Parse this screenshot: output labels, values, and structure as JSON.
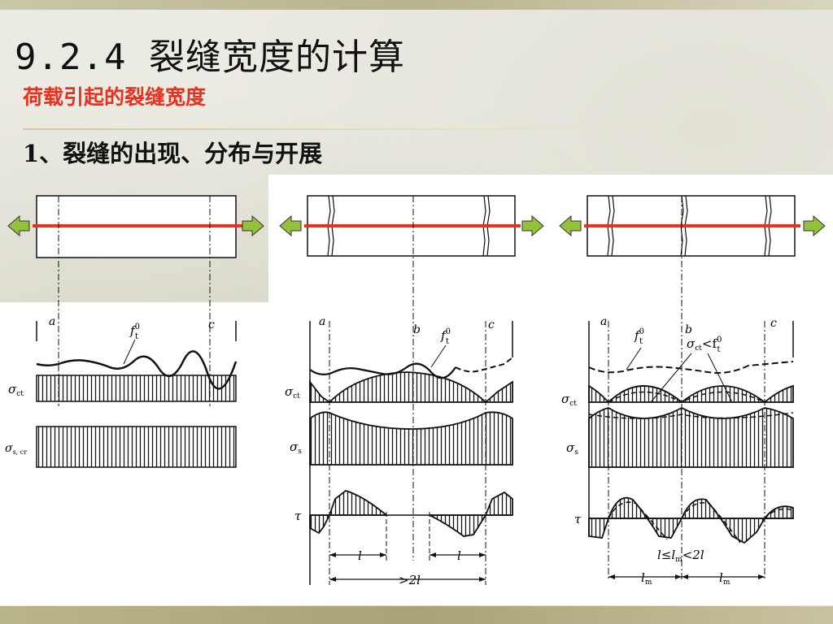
{
  "slide": {
    "title": "9.2.4 裂缝宽度的计算",
    "subtitle": "荷载引起的裂缝宽度",
    "heading": "1、裂缝的出现、分布与开展"
  },
  "colors": {
    "subtitle": "#e8321f",
    "load_line": "#e8321f",
    "arrow_fill": "#93c23a",
    "ink": "#111111"
  },
  "figure": {
    "panel1": {
      "label_a": "a",
      "label_c": "c",
      "label_ft": "f",
      "label_ft_sup": "0",
      "label_ft_sub": "t",
      "label_sigma_ct": "σ",
      "label_sigma_ct_sub": "ct",
      "label_sigma_scr": "σ",
      "label_sigma_scr_sub": "s, cr"
    },
    "panel2": {
      "label_a": "a",
      "label_b": "b",
      "label_c": "c",
      "label_ft": "f",
      "label_ft_sup": "0",
      "label_ft_sub": "t",
      "label_sigma_ct": "σ",
      "label_sigma_ct_sub": "ct",
      "label_sigma_s": "σ",
      "label_sigma_s_sub": "s",
      "label_tau": "τ",
      "dim_l1": "l",
      "dim_l2": "l",
      "dim_2l": ">2l"
    },
    "panel3": {
      "label_a": "a",
      "label_b": "b",
      "label_c": "c",
      "label_ft": "f",
      "label_ft_sup": "0",
      "label_ft_sub": "t",
      "label_cond": "σ",
      "label_cond_sub": "ct",
      "label_cond_rest": "<f",
      "label_cond_sup": "0",
      "label_cond_sub2": "t",
      "label_sigma_ct": "σ",
      "label_sigma_ct_sub": "ct",
      "label_sigma_s": "σ",
      "label_sigma_s_sub": "s",
      "label_tau": "τ",
      "dim_range": "l≤l",
      "dim_range_sub": "m",
      "dim_range_rest": "<2l",
      "dim_lm1": "l",
      "dim_lm1_sub": "m",
      "dim_lm2": "l",
      "dim_lm2_sub": "m"
    }
  }
}
